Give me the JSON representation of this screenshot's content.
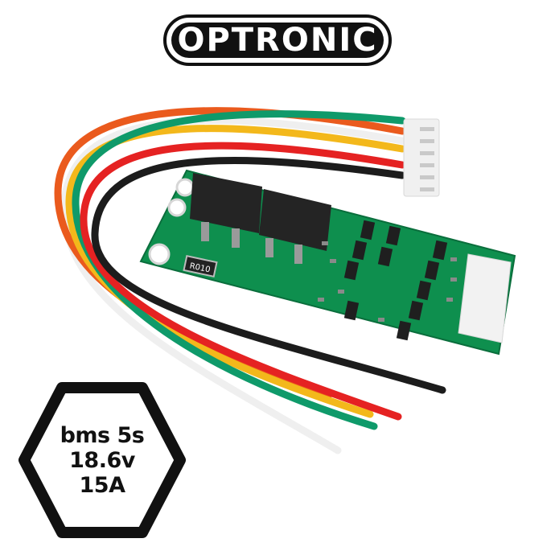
{
  "brand": {
    "logo_text": "OPTRONIC",
    "logo_colors": {
      "fill": "#111111",
      "text": "#ffffff",
      "outline": "#111111"
    }
  },
  "product": {
    "description": "5S lithium battery BMS protection board with 6-pin JST connector and colored leads",
    "component_marking": "R010",
    "wire_colors": [
      "#e85a1e",
      "#f2b619",
      "#0f9a6a",
      "#e52222",
      "#1a1a1a",
      "#f2f2f2"
    ],
    "pcb_color": "#0e8f4e"
  },
  "badge": {
    "lines": [
      "bms 5s",
      "18.6v",
      "15A"
    ],
    "shape": "hexagon"
  }
}
